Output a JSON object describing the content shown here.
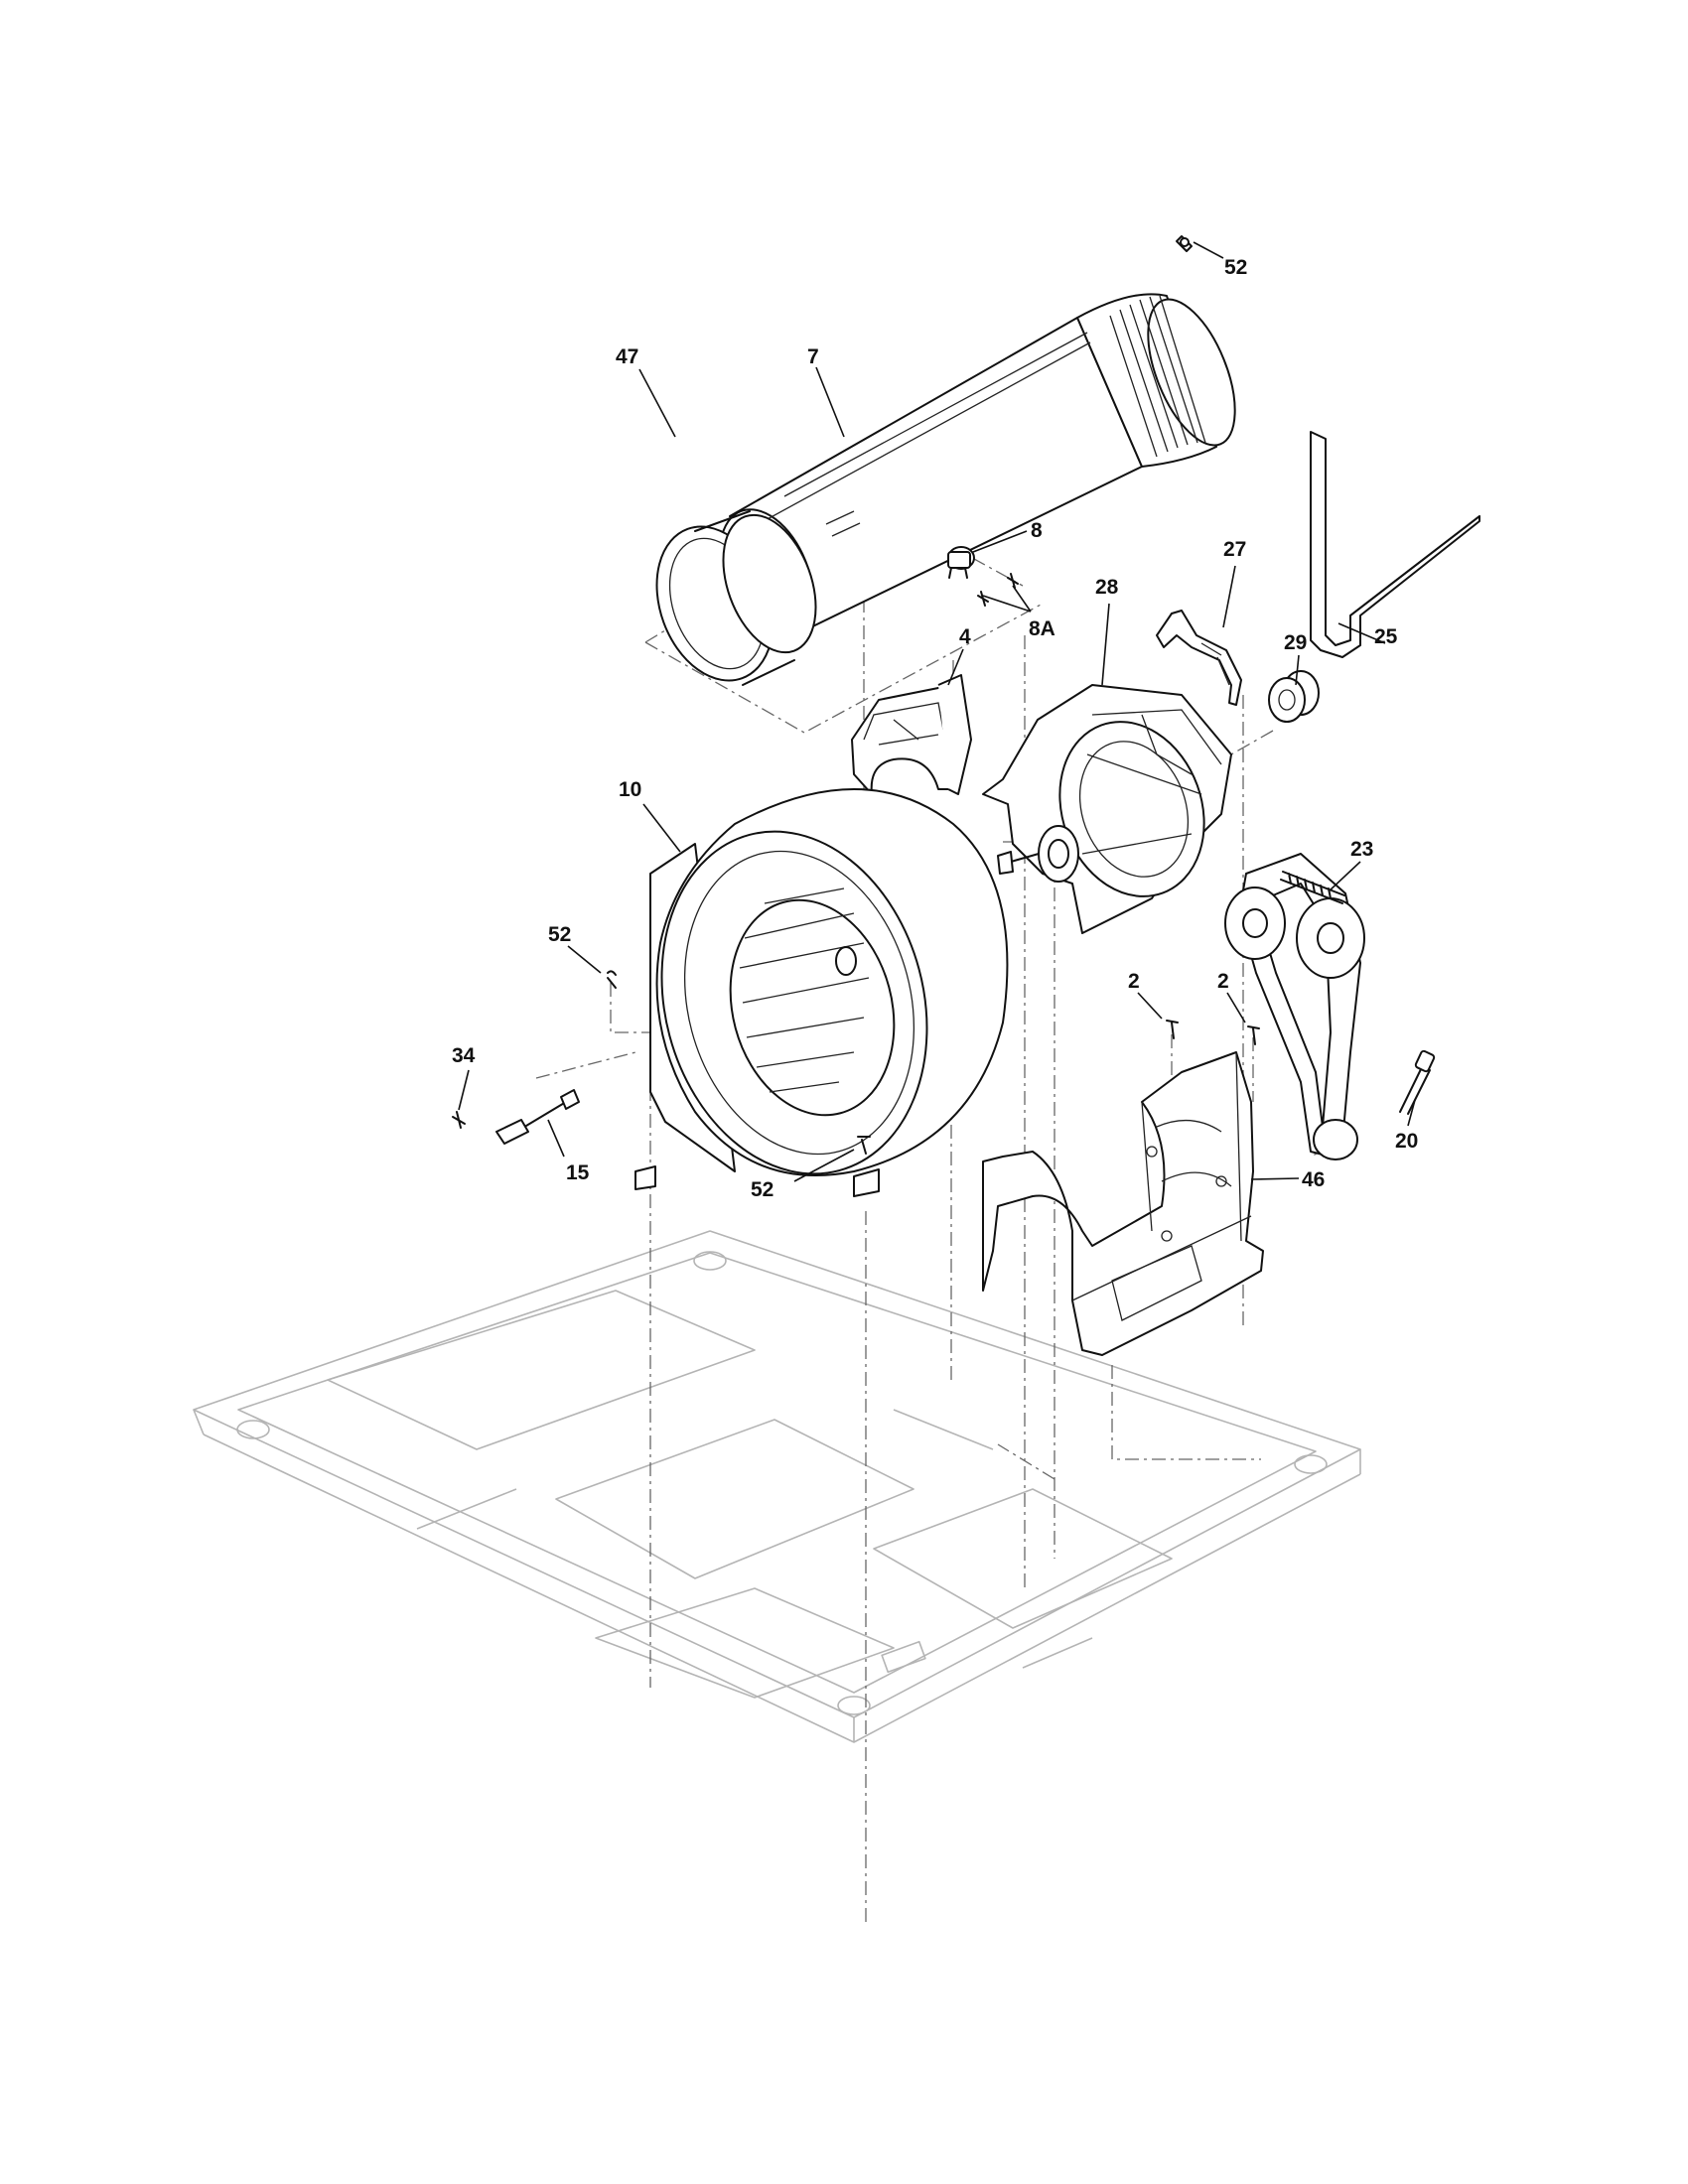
{
  "callouts": [
    {
      "id": "c52a",
      "text": "52"
    },
    {
      "id": "c7",
      "text": "7"
    },
    {
      "id": "c47",
      "text": "47"
    },
    {
      "id": "c8",
      "text": "8"
    },
    {
      "id": "c8a",
      "text": "8A"
    },
    {
      "id": "c4",
      "text": "4"
    },
    {
      "id": "c28",
      "text": "28"
    },
    {
      "id": "c27",
      "text": "27"
    },
    {
      "id": "c29",
      "text": "29"
    },
    {
      "id": "c25",
      "text": "25"
    },
    {
      "id": "c10",
      "text": "10"
    },
    {
      "id": "c23",
      "text": "23"
    },
    {
      "id": "c52b",
      "text": "52"
    },
    {
      "id": "c2a",
      "text": "2"
    },
    {
      "id": "c2b",
      "text": "2"
    },
    {
      "id": "c34",
      "text": "34"
    },
    {
      "id": "c20",
      "text": "20"
    },
    {
      "id": "c15",
      "text": "15"
    },
    {
      "id": "c52c",
      "text": "52"
    },
    {
      "id": "c46",
      "text": "46"
    }
  ]
}
